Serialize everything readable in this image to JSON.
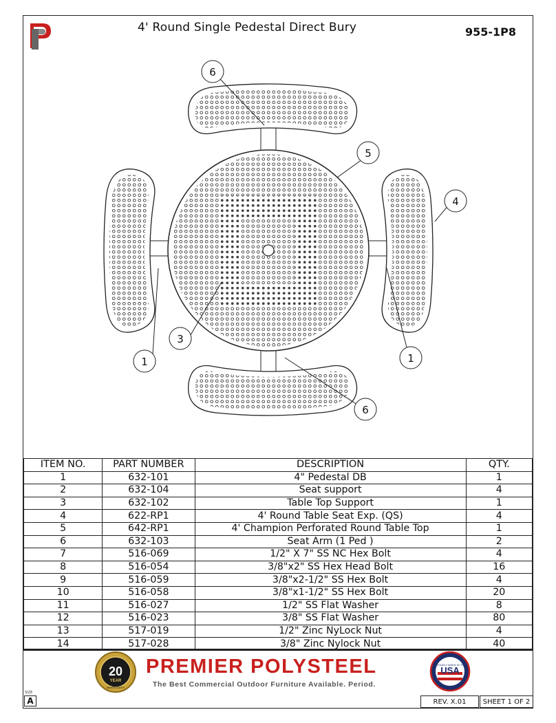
{
  "header": {
    "title": "4' Round Single Pedestal Direct Bury",
    "drawing_number": "955-1P8"
  },
  "callouts": {
    "top_seat": "6",
    "bottom_seat": "6",
    "table_top": "5",
    "right_seat": "4",
    "support": "3",
    "pedestal_left": "1",
    "pedestal_right": "1"
  },
  "bom": {
    "headers": [
      "ITEM NO.",
      "PART NUMBER",
      "DESCRIPTION",
      "QTY."
    ],
    "rows": [
      [
        "1",
        "632-101",
        "4\" Pedestal DB",
        "1"
      ],
      [
        "2",
        "632-104",
        "Seat support",
        "4"
      ],
      [
        "3",
        "632-102",
        "Table Top Support",
        "1"
      ],
      [
        "4",
        "622-RP1",
        "4' Round Table Seat Exp. (QS)",
        "4"
      ],
      [
        "5",
        "642-RP1",
        "4' Champion Perforated Round Table Top",
        "1"
      ],
      [
        "6",
        "632-103",
        "Seat Arm (1 Ped )",
        "2"
      ],
      [
        "7",
        "516-069",
        "1/2\" X 7\" SS NC Hex Bolt",
        "4"
      ],
      [
        "8",
        "516-054",
        "3/8\"x2\" SS Hex Head Bolt",
        "16"
      ],
      [
        "9",
        "516-059",
        "3/8\"x2-1/2\" SS Hex Bolt",
        "4"
      ],
      [
        "10",
        "516-058",
        "3/8\"x1-1/2\" SS Hex Bolt",
        "20"
      ],
      [
        "11",
        "516-027",
        "1/2\" SS Flat Washer",
        "8"
      ],
      [
        "12",
        "516-023",
        "3/8\" SS Flat Washer",
        "80"
      ],
      [
        "13",
        "517-019",
        "1/2\" Zinc NyLock Nut",
        "4"
      ],
      [
        "14",
        "517-028",
        "3/8\" Zinc Nylock Nut",
        "40"
      ]
    ]
  },
  "footer": {
    "brand": "PREMIER POLYSTEEL",
    "tagline": "The Best Commercial Outdoor Furniture Available. Period.",
    "warranty_number": "20",
    "warranty_year": "YEAR",
    "warranty_word": "WARRANTY",
    "usa_text": "USA",
    "usa_small": "PROUDLY MADE IN THE",
    "size_label": "SIZE",
    "size_value": "A",
    "revision": "REV. X.01",
    "sheet": "SHEET 1 OF 2"
  },
  "colors": {
    "brand_red": "#c8201e",
    "line": "#222222"
  }
}
